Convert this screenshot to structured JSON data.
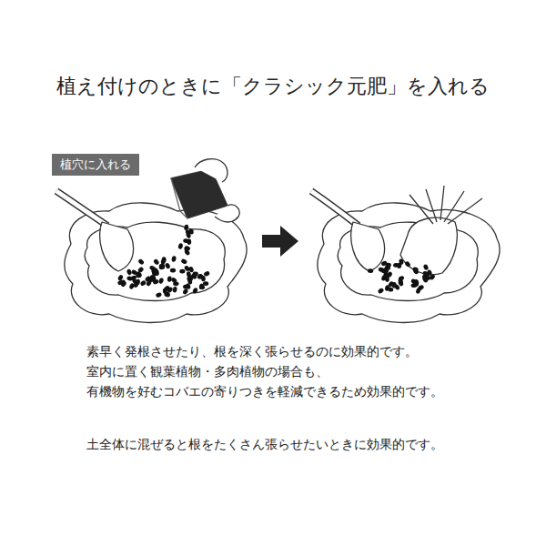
{
  "diagram": {
    "title": "植え付けのときに「クラシック元肥」を入れる",
    "nodes": [
      {
        "text": [
          "植穴に入れる"
        ]
      }
    ],
    "labels": [
      "素早く発根させたり、根を深く張らせるのに効果的です。",
      "室内に置く観葉植物・多肉植物の場合も、",
      "有機物を好むコバエの寄りつきを軽減できるため効果的です。",
      "土全体に混ぜると根をたくさん張らせたいときに効果的です。"
    ]
  }
}
